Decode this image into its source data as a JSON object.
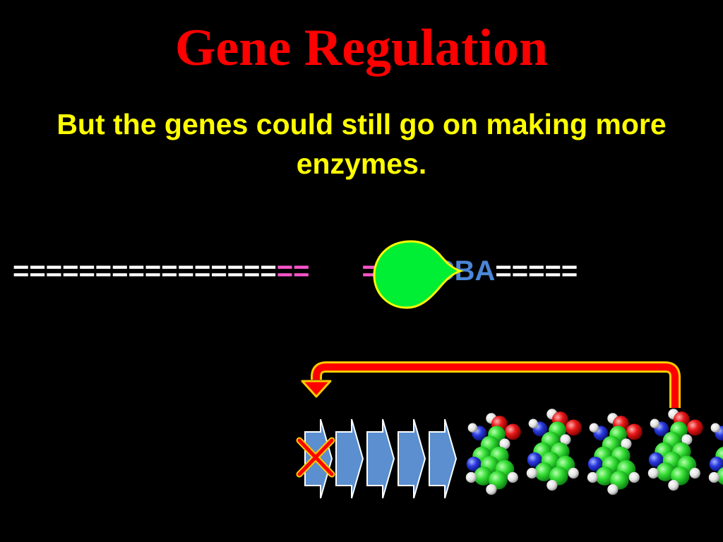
{
  "slide": {
    "title": "Gene Regulation",
    "subtitle": "But the genes could still go on making more enzymes."
  },
  "dna": {
    "left_strand": "================",
    "promoter": "==",
    "operator": "==",
    "genes": "EDCBA",
    "right_strand": "====="
  },
  "colors": {
    "background": "#000000",
    "title": "#ff0000",
    "subtitle": "#ffff00",
    "dna_strand": "#ffffff",
    "promoter": "#ff55cc",
    "genes": "#4a86d8",
    "repressor_fill": "#00ee33",
    "repressor_outline": "#ffff00",
    "feedback_arrow": "#ff0000",
    "feedback_arrow_outline": "#ffcc00",
    "enzyme_arrows": "#5b8fcf",
    "blocked_mark": "#ff0000"
  },
  "icons": {
    "repressor": "repressor-protein-icon",
    "feedback": "feedback-arrow-icon",
    "enzyme": "enzyme-chevron-icon",
    "blocked": "cross-mark-icon",
    "product": "product-molecule-icon"
  },
  "pathway": {
    "enzyme_count": 5,
    "blocked_step": 1,
    "product_molecule_count": 5
  }
}
